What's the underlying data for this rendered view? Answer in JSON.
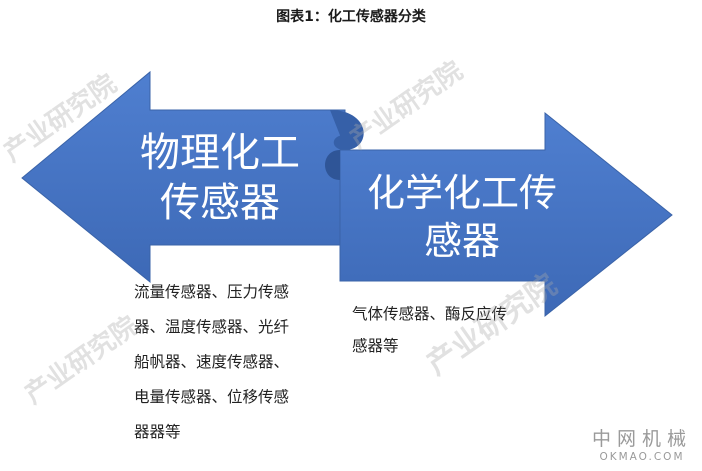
{
  "title": "图表1：化工传感器分类",
  "left_arrow": {
    "label": "物理化工\n传感器",
    "description_lines": [
      "流量传感器、压力传感",
      "器、温度传感器、光纤",
      "船帆器、速度传感器、",
      "电量传感器、位移传感",
      "器器等"
    ]
  },
  "right_arrow": {
    "label": "化学化工传\n感器",
    "description_lines": [
      "气体传感器、酶反应传",
      "感器等"
    ]
  },
  "watermark": "产业研究院",
  "brand": {
    "cn": "中网机械",
    "en": "OKMAO.COM"
  },
  "colors": {
    "arrow_fill": "#4473c4",
    "arrow_edge": "#3d69b4",
    "text_white": "#ffffff"
  }
}
